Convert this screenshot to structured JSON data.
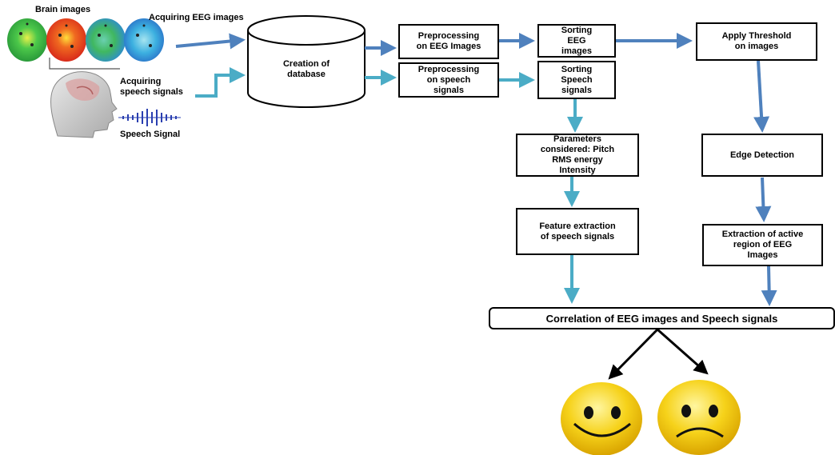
{
  "labels": {
    "brain_images": "Brain images",
    "acquiring_eeg": "Acquiring EEG images",
    "acquiring_speech": "Acquiring\nspeech signals",
    "speech_signal": "Speech Signal"
  },
  "nodes": {
    "database": "Creation of\ndatabase",
    "pre_eeg": "Preprocessing\non EEG Images",
    "pre_speech": "Preprocessing\non speech\nsignals",
    "sort_eeg": "Sorting\nEEG\nimages",
    "sort_speech": "Sorting\nSpeech\nsignals",
    "threshold": "Apply Threshold\non images",
    "parameters": "Parameters\nconsidered:  Pitch\nRMS energy\nIntensity",
    "edge": "Edge Detection",
    "feature": "Feature extraction\nof speech signals",
    "active_region": "Extraction of active\nregion of EEG\nImages",
    "correlation": "Correlation of EEG images and Speech signals"
  },
  "colors": {
    "arrow_blue": "#4f81bd",
    "arrow_teal": "#4bacc6",
    "smiley_yellow": "#f2c811",
    "smiley_edge": "#e0a800"
  },
  "icons": [
    "eeg-brain-map-icon",
    "head-profile-icon",
    "speech-waveform-icon",
    "happy-face-icon",
    "sad-face-icon"
  ]
}
